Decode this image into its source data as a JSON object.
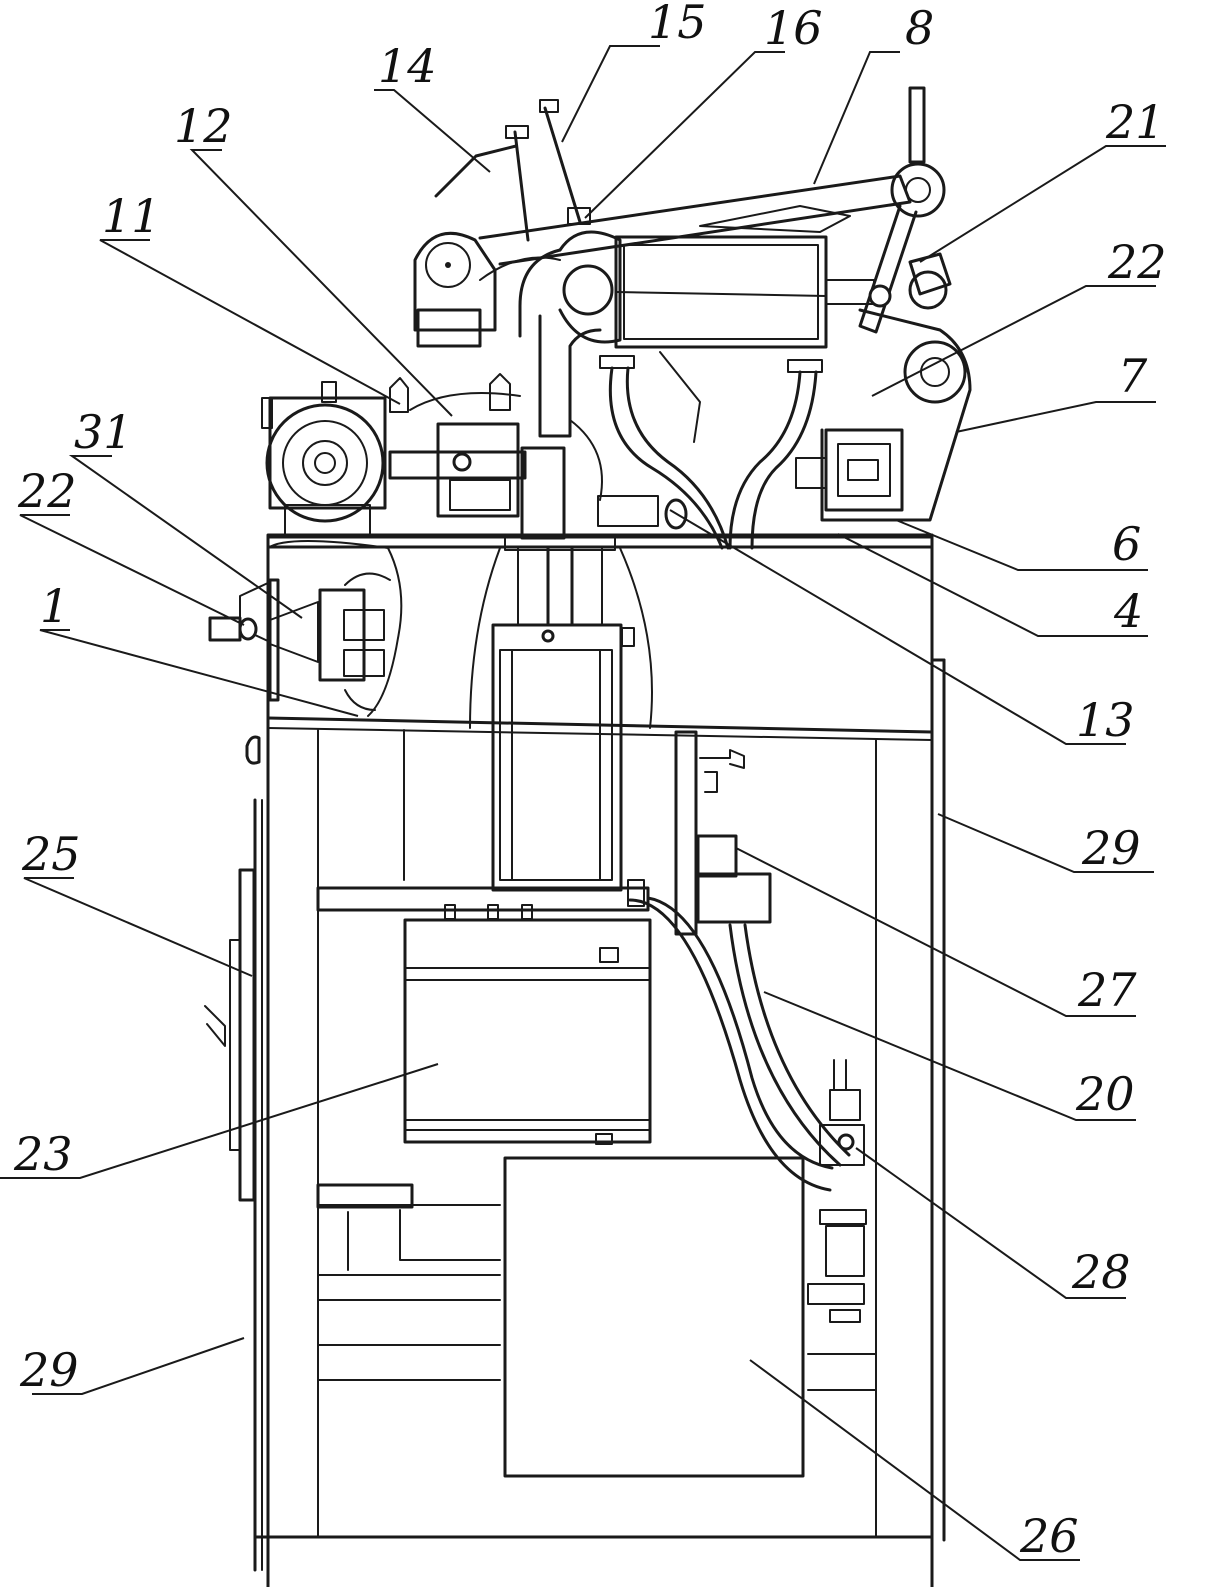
{
  "labels": [
    {
      "id": "14",
      "text": "14"
    },
    {
      "id": "15",
      "text": "15"
    },
    {
      "id": "16",
      "text": "16"
    },
    {
      "id": "8",
      "text": "8"
    },
    {
      "id": "21",
      "text": "21"
    },
    {
      "id": "12",
      "text": "12"
    },
    {
      "id": "11",
      "text": "11"
    },
    {
      "id": "22a",
      "text": "22"
    },
    {
      "id": "7",
      "text": "7"
    },
    {
      "id": "31",
      "text": "31"
    },
    {
      "id": "22b",
      "text": "22"
    },
    {
      "id": "6",
      "text": "6"
    },
    {
      "id": "4",
      "text": "4"
    },
    {
      "id": "1",
      "text": "1"
    },
    {
      "id": "13",
      "text": "13"
    },
    {
      "id": "29a",
      "text": "29"
    },
    {
      "id": "25",
      "text": "25"
    },
    {
      "id": "27",
      "text": "27"
    },
    {
      "id": "20",
      "text": "20"
    },
    {
      "id": "23",
      "text": "23"
    },
    {
      "id": "28",
      "text": "28"
    },
    {
      "id": "29b",
      "text": "29"
    },
    {
      "id": "26",
      "text": "26"
    }
  ],
  "colors": {
    "ink": "#1a1a1a",
    "paper": "#ffffff"
  }
}
